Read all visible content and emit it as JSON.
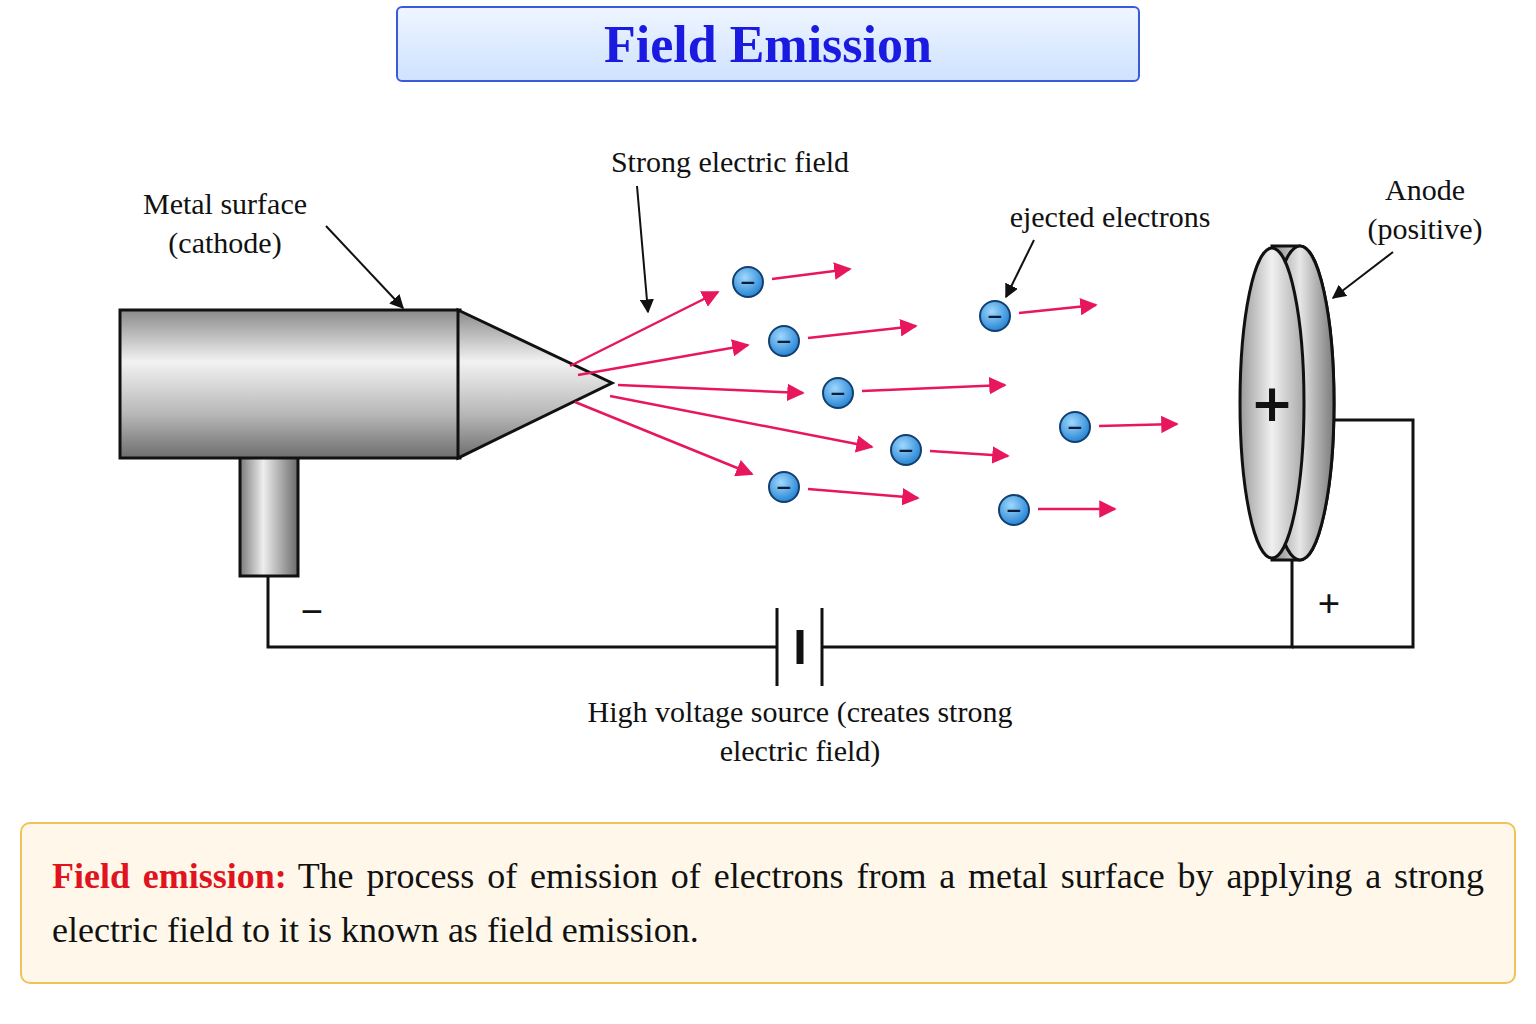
{
  "diagram": {
    "title": "Field Emission",
    "nodes": [
      {
        "text": [
          "−"
        ]
      },
      {
        "text": [
          "−"
        ]
      },
      {
        "text": [
          "−"
        ]
      },
      {
        "text": [
          "−"
        ]
      },
      {
        "text": [
          "−"
        ]
      },
      {
        "text": [
          "−"
        ]
      },
      {
        "text": [
          "−"
        ]
      },
      {
        "text": [
          "−"
        ]
      },
      {
        "text": [
          "+"
        ]
      },
      {
        "text": [
          "Field emission:",
          "The process of emission of electrons from a metal surface by applying a strong electric field to it is known as field emission."
        ]
      }
    ],
    "labels": [
      "Metal surface (cathode)",
      "Strong electric field",
      "ejected electrons",
      "Anode (positive)",
      "−",
      "+",
      "High voltage source (creates strong electric field)"
    ]
  }
}
